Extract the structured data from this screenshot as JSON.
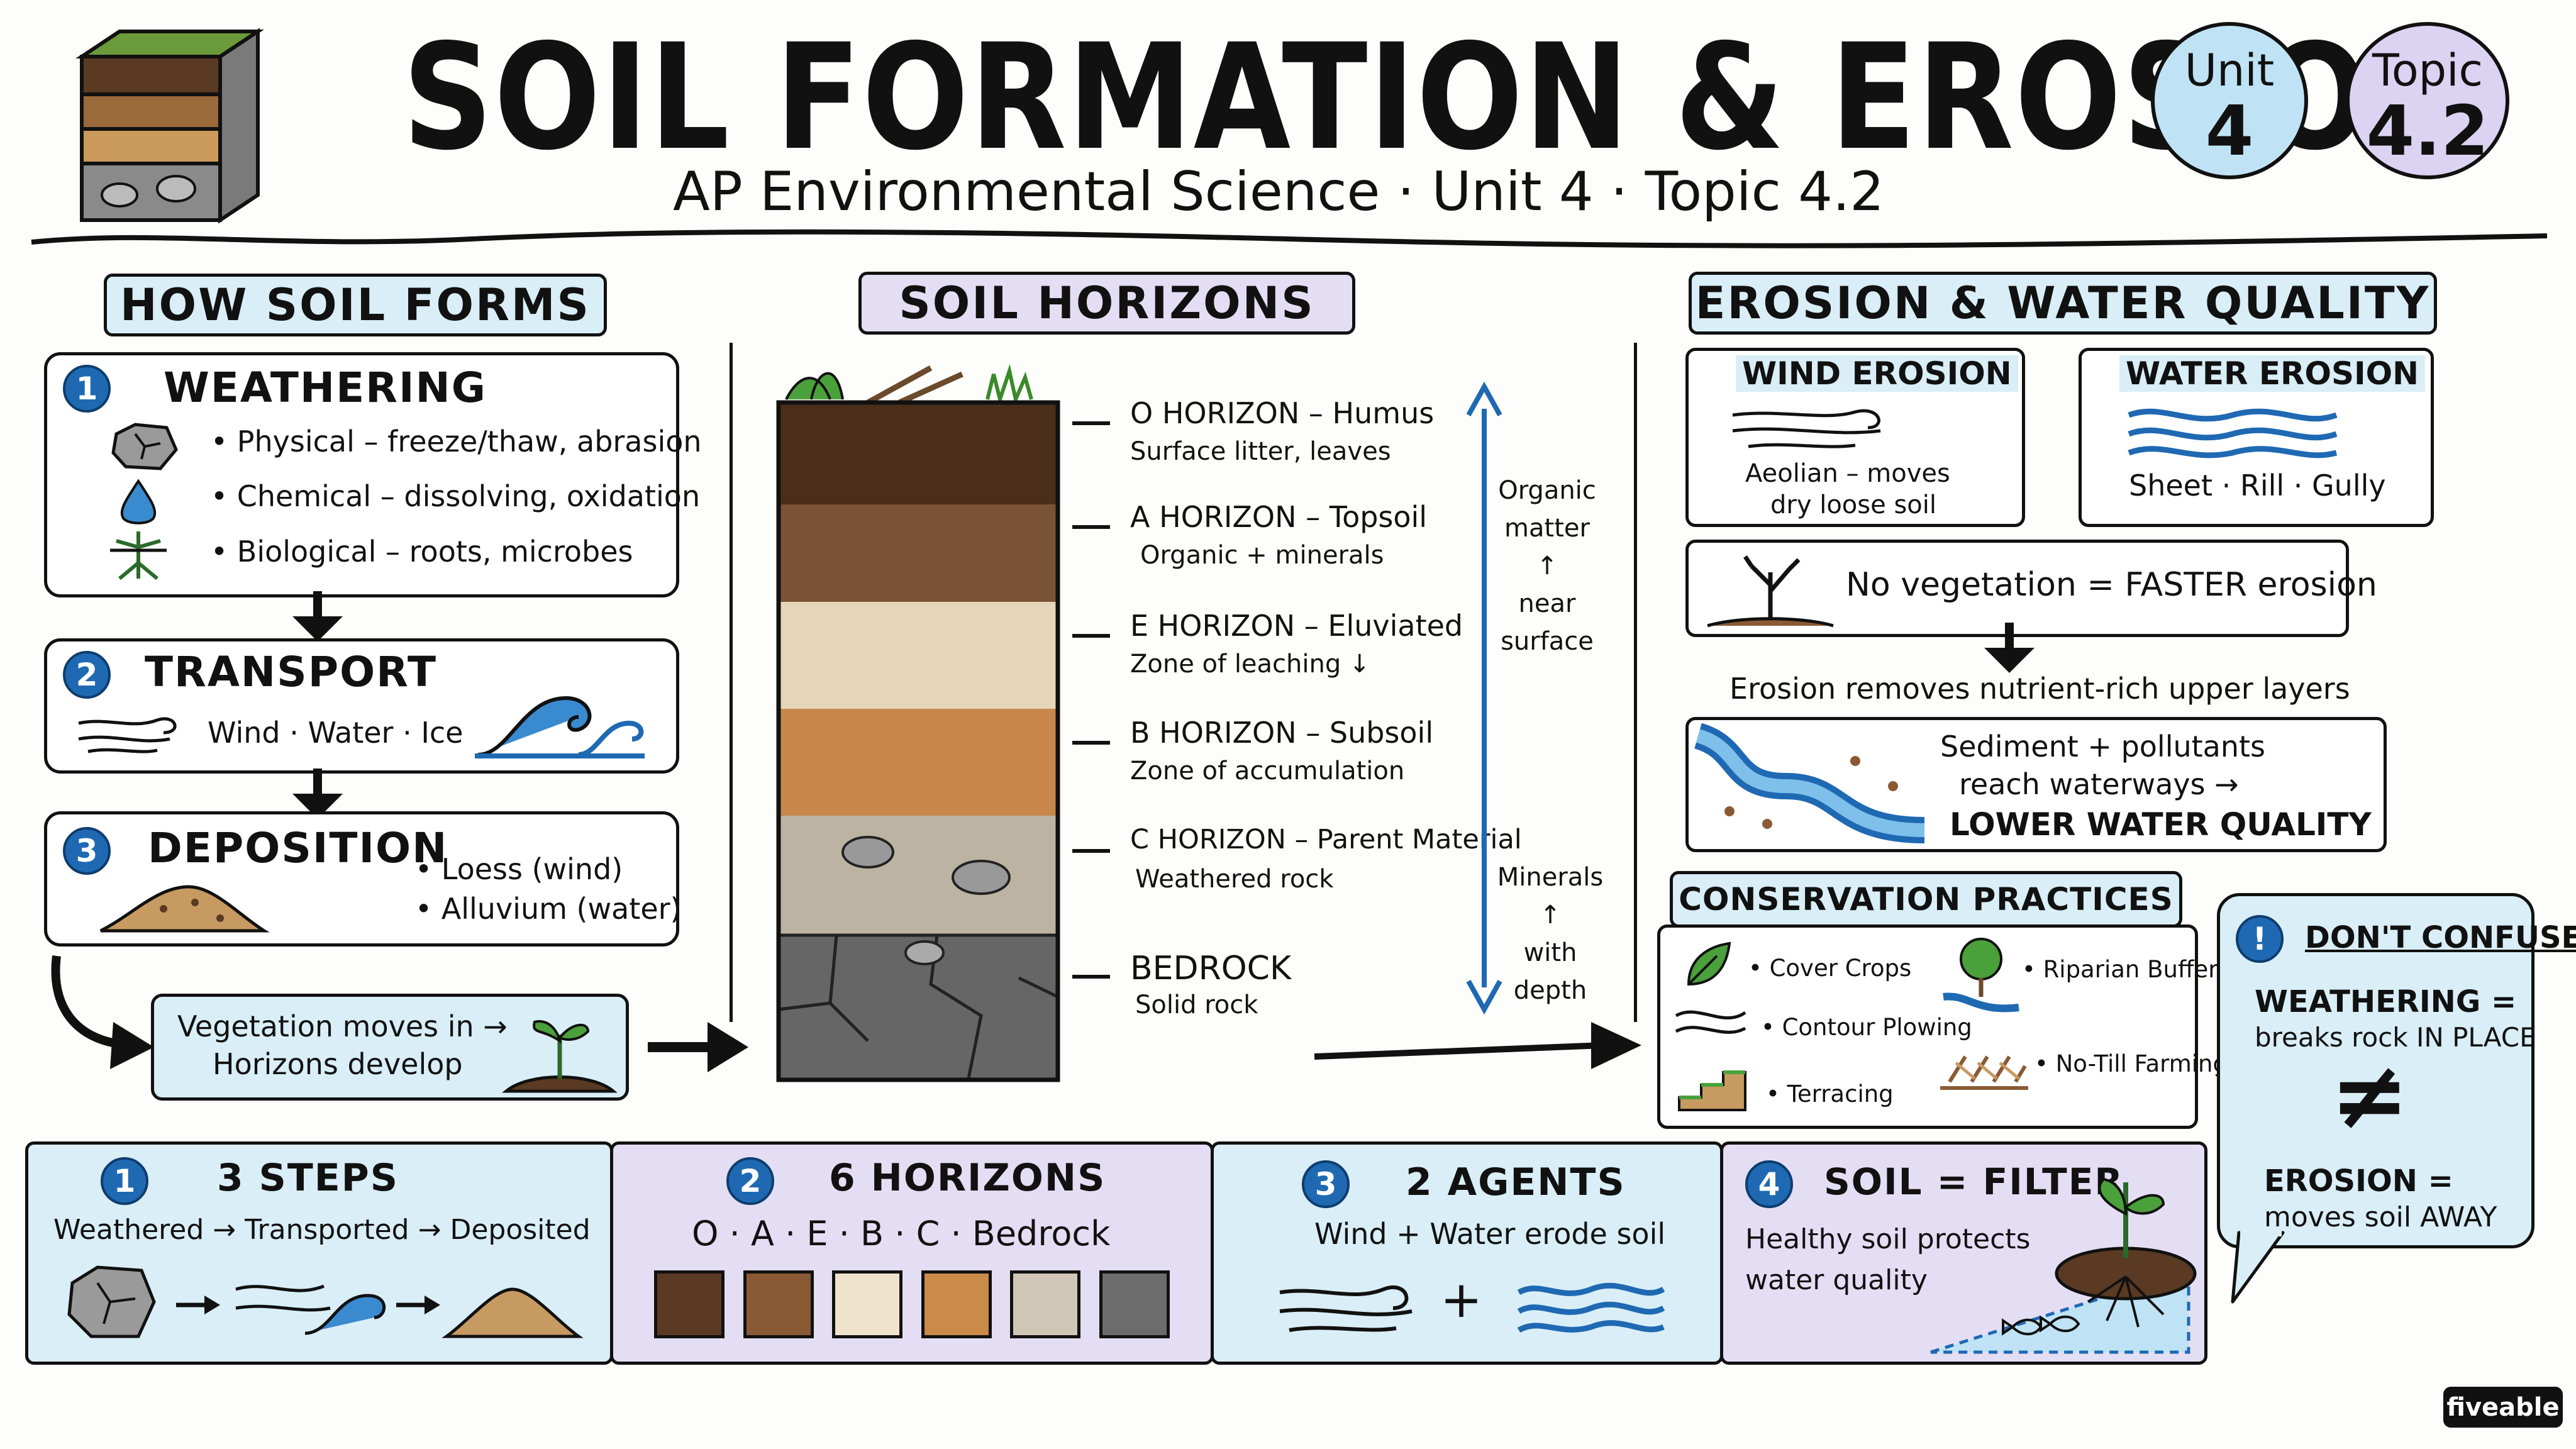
{
  "title": "SOIL FORMATION & EROSION",
  "subtitle": "AP Environmental Science · Unit 4 · Topic 4.2",
  "badges": {
    "unit_label": "Unit",
    "unit_value": "4",
    "topic_label": "Topic",
    "topic_value": "4.2"
  },
  "colors": {
    "blue_panel": "#d9eef6",
    "purple_panel": "#e4def4",
    "accent_blue": "#1f69b3",
    "ink": "#111111"
  },
  "how_soil_forms": {
    "header": "HOW SOIL FORMS",
    "step1": {
      "num": "1",
      "title": "WEATHERING",
      "items": [
        "• Physical – freeze/thaw, abrasion",
        "• Chemical – dissolving, oxidation",
        "• Biological – roots, microbes"
      ]
    },
    "step2": {
      "num": "2",
      "title": "TRANSPORT",
      "detail": "Wind · Water · Ice"
    },
    "step3": {
      "num": "3",
      "title": "DEPOSITION",
      "items": [
        "• Loess (wind)",
        "• Alluvium (water)"
      ]
    },
    "vegetation": {
      "line1": "Vegetation moves in →",
      "line2": "Horizons develop"
    }
  },
  "soil_horizons": {
    "header": "SOIL HORIZONS",
    "horizons": [
      {
        "name": "O HORIZON – Humus",
        "desc": "Surface litter, leaves"
      },
      {
        "name": "A HORIZON – Topsoil",
        "desc": "Organic + minerals"
      },
      {
        "name": "E HORIZON – Eluviated",
        "desc": "Zone of leaching ↓"
      },
      {
        "name": "B HORIZON – Subsoil",
        "desc": "Zone of accumulation"
      },
      {
        "name": "C HORIZON – Parent Material",
        "desc": "Weathered rock"
      },
      {
        "name": "BEDROCK",
        "desc": "Solid rock"
      }
    ],
    "organic_note": [
      "Organic",
      "matter ↑",
      "near",
      "surface"
    ],
    "minerals_note": [
      "Minerals ↑",
      "with",
      "depth"
    ]
  },
  "erosion": {
    "header": "EROSION & WATER QUALITY",
    "wind": {
      "title": "WIND EROSION",
      "line1": "Aeolian – moves",
      "line2": "dry loose soil"
    },
    "water": {
      "title": "WATER EROSION",
      "detail": "Sheet · Rill · Gully"
    },
    "no_veg": "No vegetation = FASTER erosion",
    "removes": "Erosion removes nutrient-rich upper layers",
    "sediment": {
      "line1": "Sediment + pollutants",
      "line2": "reach waterways →",
      "line3": "LOWER WATER QUALITY"
    }
  },
  "conservation": {
    "header": "CONSERVATION PRACTICES",
    "items": [
      "• Cover Crops",
      "• Contour Plowing",
      "• Terracing",
      "• Riparian Buffers",
      "• No-Till Farming"
    ]
  },
  "dont_confuse": {
    "title": "DON'T CONFUSE!",
    "weathering_line1": "WEATHERING =",
    "weathering_line2": "breaks rock IN PLACE",
    "not_equal": "≠",
    "erosion_line1": "EROSION =",
    "erosion_line2": "moves soil AWAY"
  },
  "summary": [
    {
      "num": "1",
      "title": "3  STEPS",
      "text": "Weathered → Transported → Deposited"
    },
    {
      "num": "2",
      "title": "6  HORIZONS",
      "text": "O · A · E · B · C · Bedrock",
      "swatches": [
        "#5a3a22",
        "#8a5a34",
        "#efe3cc",
        "#c98a4a",
        "#cfc6b6",
        "#6c6c6c"
      ]
    },
    {
      "num": "3",
      "title": "2  AGENTS",
      "text": "Wind + Water erode soil",
      "plus": "+"
    },
    {
      "num": "4",
      "title": "SOIL = FILTER",
      "text1": "Healthy soil protects",
      "text2": "water quality"
    }
  ],
  "brand": "fiveable"
}
